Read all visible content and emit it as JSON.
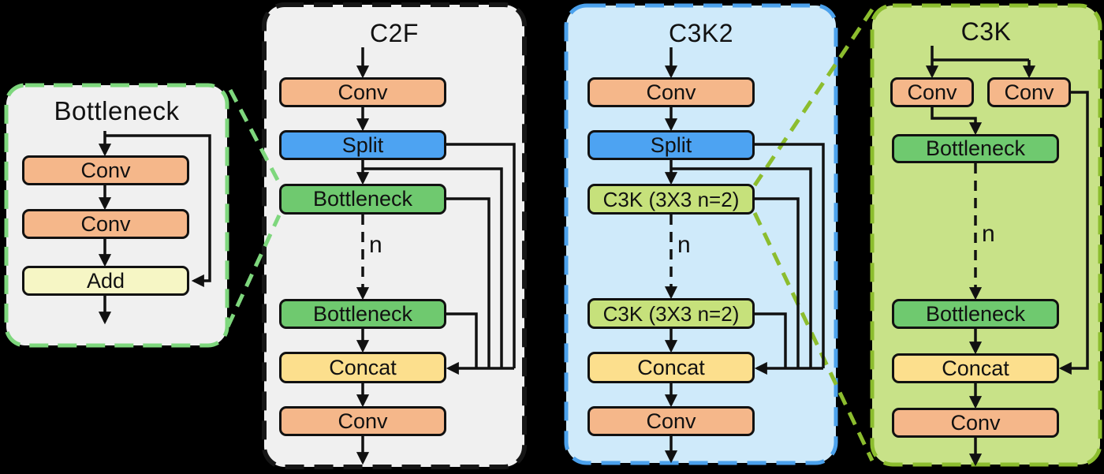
{
  "panels": {
    "bottleneck": {
      "title": "Bottleneck",
      "conv1": "Conv",
      "conv2": "Conv",
      "add": "Add"
    },
    "c2f": {
      "title": "C2F",
      "conv_in": "Conv",
      "split": "Split",
      "bottleneck1": "Bottleneck",
      "repeat_label": "n",
      "bottleneck2": "Bottleneck",
      "concat": "Concat",
      "conv_out": "Conv"
    },
    "c3k2": {
      "title": "C3K2",
      "conv_in": "Conv",
      "split": "Split",
      "c3k_block1": "C3K (3X3 n=2)",
      "repeat_label": "n",
      "c3k_block2": "C3K (3X3 n=2)",
      "concat": "Concat",
      "conv_out": "Conv"
    },
    "c3k": {
      "title": "C3K",
      "conv_left": "Conv",
      "conv_right": "Conv",
      "bottleneck1": "Bottleneck",
      "repeat_label": "n",
      "bottleneck2": "Bottleneck",
      "concat": "Concat",
      "conv_out": "Conv"
    }
  },
  "colors": {
    "background": "#000000",
    "panel_gray_bg": "#f0f0f0",
    "bottleneck_panel_border": "#7ed77d",
    "c2f_panel_border": "#161616",
    "c3k2_panel_bg": "#cfeafa",
    "c3k2_panel_border": "#4ba1ec",
    "c3k_panel_bg": "#c8e288",
    "c3k_panel_border": "#8cbd2e",
    "conv_box": "#f5b78a",
    "split_box": "#4da3f2",
    "bottleneck_box": "#6fc96f",
    "add_box": "#f6f6c5",
    "concat_box": "#fcdf8d",
    "c3k_box": "#c6e17b",
    "connector_line": "#111111"
  }
}
